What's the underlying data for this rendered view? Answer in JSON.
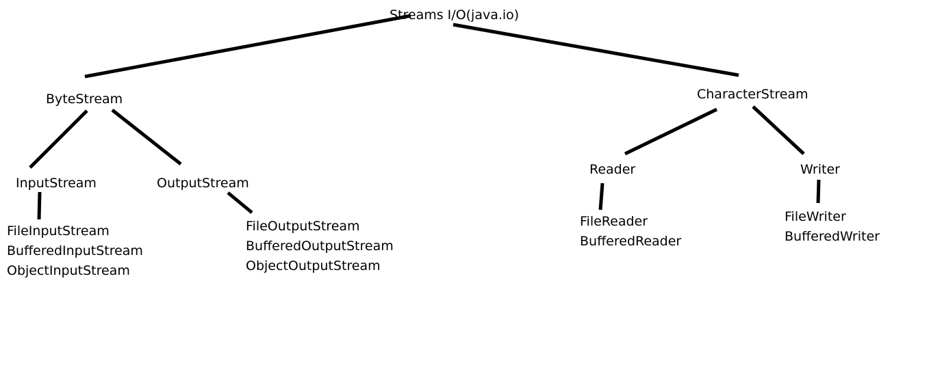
{
  "diagram": {
    "root": "Streams I/O(java.io)",
    "byte_stream": {
      "label": "ByteStream",
      "input": {
        "label": "InputStream",
        "classes": [
          "FileInputStream",
          "BufferedInputStream",
          "ObjectInputStream"
        ]
      },
      "output": {
        "label": "OutputStream",
        "classes": [
          "FileOutputStream",
          "BufferedOutputStream",
          "ObjectOutputStream"
        ]
      }
    },
    "character_stream": {
      "label": "CharacterStream",
      "reader": {
        "label": "Reader",
        "classes": [
          "FileReader",
          "BufferedReader"
        ]
      },
      "writer": {
        "label": "Writer",
        "classes": [
          "FileWriter",
          "BufferedWriter"
        ]
      }
    },
    "colors": {
      "line": "#000000",
      "text": "#000000",
      "background": "#ffffff"
    }
  }
}
